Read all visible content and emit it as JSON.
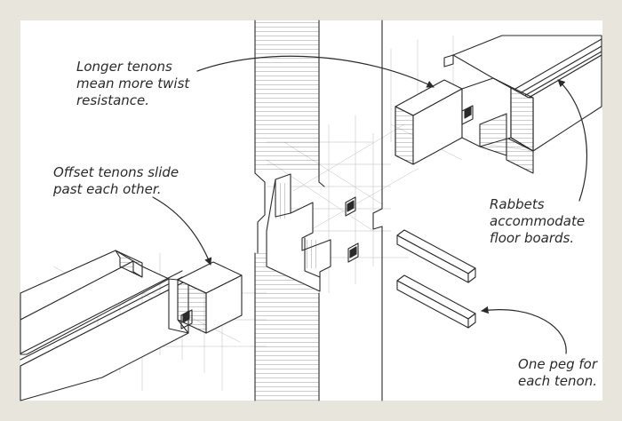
{
  "callouts": {
    "longer_tenons": "Longer tenons\nmean more twist\nresistance.",
    "offset_tenons": "Offset tenons slide\npast each other.",
    "rabbets": "Rabbets\naccommodate\nfloor boards.",
    "one_peg": "One peg for\neach tenon."
  },
  "colors": {
    "background": "#e8e6dc",
    "paper": "#ffffff",
    "ink": "#2a2a2a",
    "construction_lines": "#b9b9b9"
  }
}
